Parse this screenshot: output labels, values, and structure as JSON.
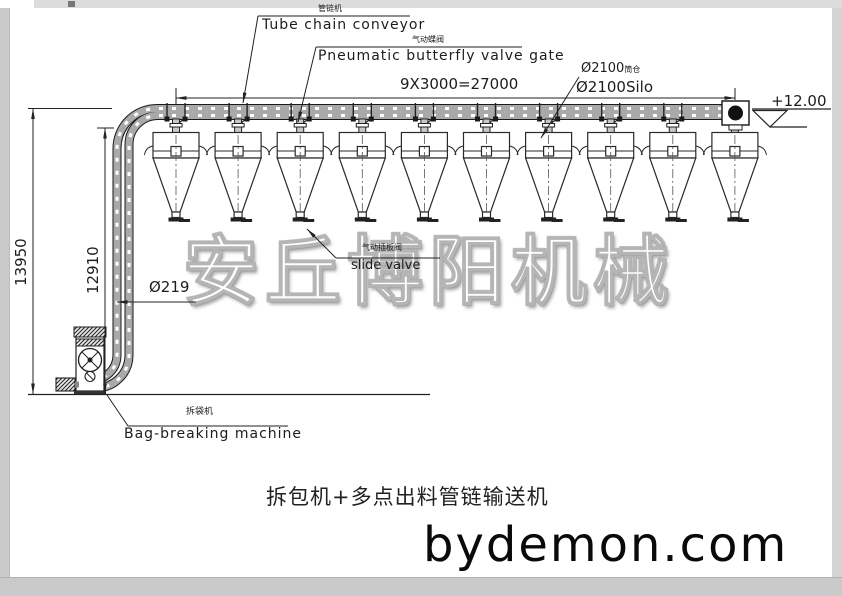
{
  "drawing": {
    "top_labels": {
      "tube_chain_cn": "管链机",
      "tube_chain_en": "Tube chain conveyor",
      "butterfly_cn": "气动蝶阀",
      "butterfly_en": "Pneumatic butterfly valve gate",
      "silo_cn_prefix": "Ø2100",
      "silo_cn_suffix": "筒仓",
      "silo_en": "Ø2100Silo",
      "elevation": "+12.00"
    },
    "dimensions": {
      "span": "9X3000=27000",
      "total_height": "13950",
      "inner_height": "12910",
      "pipe_diameter": "Ø219"
    },
    "mid_labels": {
      "slide_valve_cn": "气动插板阀",
      "slide_valve_en": "slide valve"
    },
    "bottom_labels": {
      "bag_breaking_cn": "拆袋机",
      "bag_breaking_en": "Bag-breaking machine"
    },
    "silo_count": 10
  },
  "watermark": "安丘博阳机械",
  "caption": "拆包机+多点出料管链输送机",
  "website": "bydemon.com",
  "colors": {
    "line": "#222222",
    "tube_fill": "#a9a9a9",
    "watermark_outline": "#b5b5b5"
  }
}
